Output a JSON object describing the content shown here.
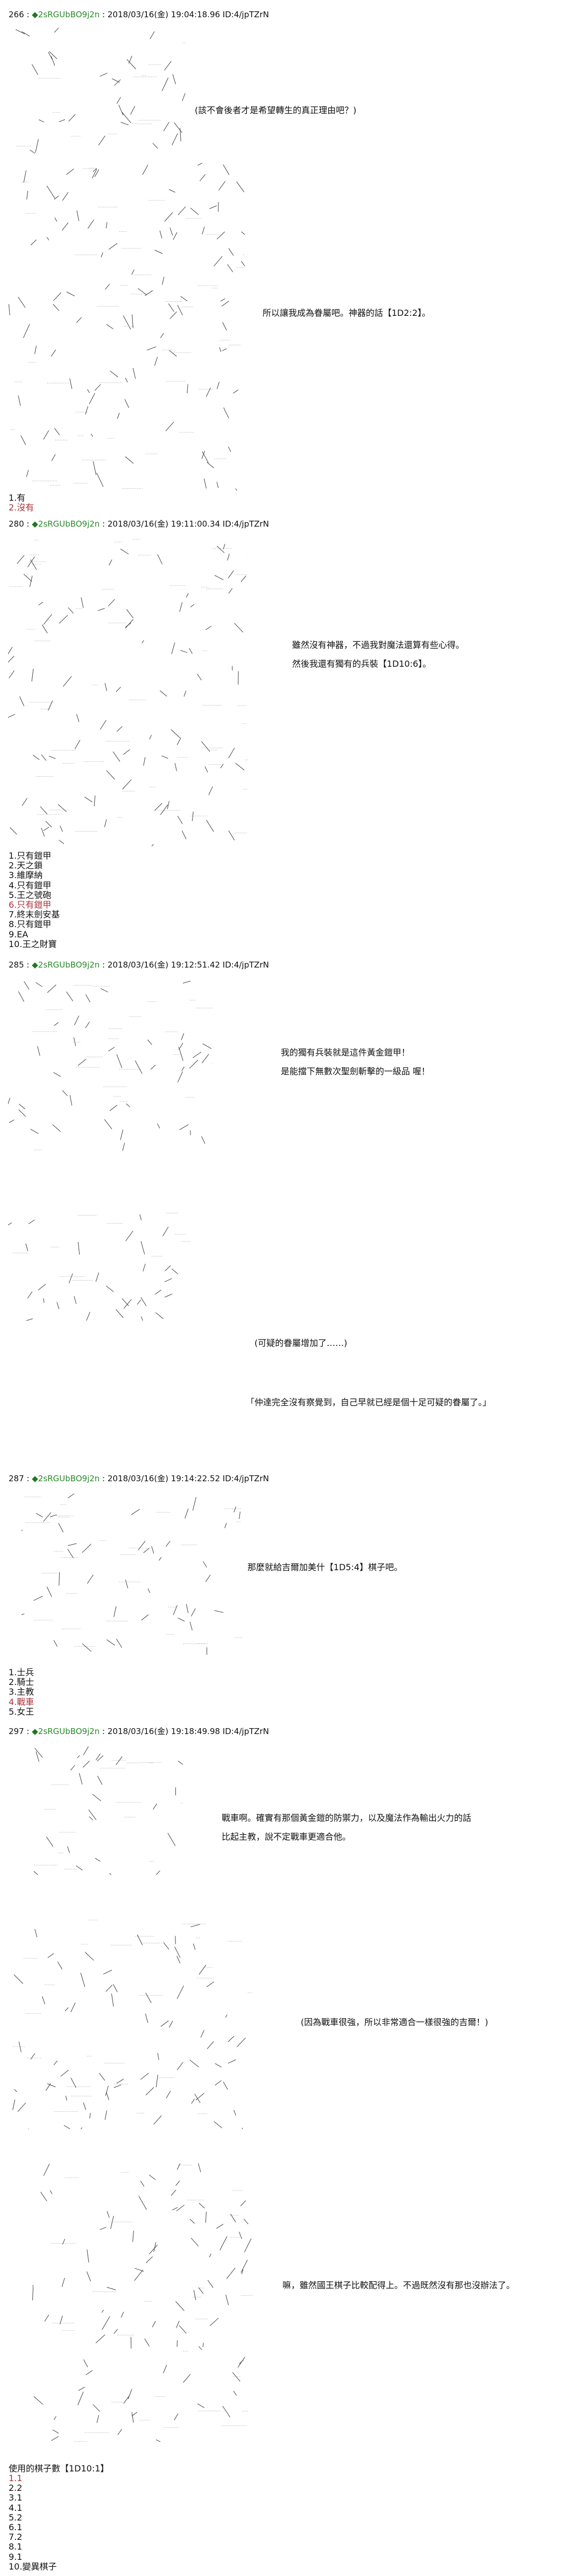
{
  "posts": [
    {
      "num": "266",
      "trip": "2sRGUbBO9j2n",
      "date": "2018/03/16(金) 19:04:18.96 ID:4/jpTZrN",
      "lines": [
        "(該不會後者才是希望轉生的真正理由吧？)",
        "所以讓我成為眷屬吧。神器的話【1D2:2】。"
      ],
      "options": [
        "1.有",
        "2.沒有"
      ],
      "chosen_index": 1
    },
    {
      "num": "280",
      "trip": "2sRGUbBO9j2n",
      "date": "2018/03/16(金) 19:11:00.34 ID:4/jpTZrN",
      "lines": [
        "雖然沒有神器，不過我對魔法還算有些心得。",
        "然後我還有獨有的兵裝【1D10:6】。"
      ],
      "options": [
        "1.只有鎧甲",
        "2.天之鎖",
        "3.維摩納",
        "4.只有鎧甲",
        "5.王之號砲",
        "6.只有鎧甲",
        "7.終末劍安基",
        "8.只有鎧甲",
        "9.EA",
        "10.王之財寶"
      ],
      "chosen_index": 5
    },
    {
      "num": "285",
      "trip": "2sRGUbBO9j2n",
      "date": "2018/03/16(金) 19:12:51.42 ID:4/jpTZrN",
      "lines": [
        "我的獨有兵裝就是這件黃金鎧甲！",
        "是能擋下無數次聖劍斬擊的一級品 喔！",
        "(可疑的眷屬增加了……)",
        "「仲達完全沒有察覺到，自己早就已經是個十足可疑的眷屬了。」"
      ]
    },
    {
      "num": "287",
      "trip": "2sRGUbBO9j2n",
      "date": "2018/03/16(金) 19:14:22.52 ID:4/jpTZrN",
      "lines": [
        "那麼就給吉爾加美什【1D5:4】棋子吧。"
      ],
      "options": [
        "1.士兵",
        "2.騎士",
        "3.主教",
        "4.戰車",
        "5.女王"
      ],
      "chosen_index": 3
    },
    {
      "num": "297",
      "trip": "2sRGUbBO9j2n",
      "date": "2018/03/16(金) 19:18:49.98 ID:4/jpTZrN",
      "lines": [
        "戰車啊。確實有那個黃金鎧的防禦力，以及魔法作為輸出火力的話",
        "比起主教，說不定戰車更適合他。",
        "(因為戰車很強，所以非常適合一樣很強的吉爾！)",
        "嘛，雖然國王棋子比較配得上。不過既然沒有那也沒辦法了。",
        "使用的棋子數【1D10:1】"
      ],
      "options": [
        "1.1",
        "2.2",
        "3.1",
        "4.1",
        "5.2",
        "6.1",
        "7.2",
        "8.1",
        "9.1",
        "10.變異棋子"
      ],
      "chosen_index": 0
    }
  ],
  "separator": " : ",
  "diamond": "◆",
  "colors": {
    "trip": "#2b8a2b",
    "chosen": "#a8343a",
    "text": "#111111"
  }
}
